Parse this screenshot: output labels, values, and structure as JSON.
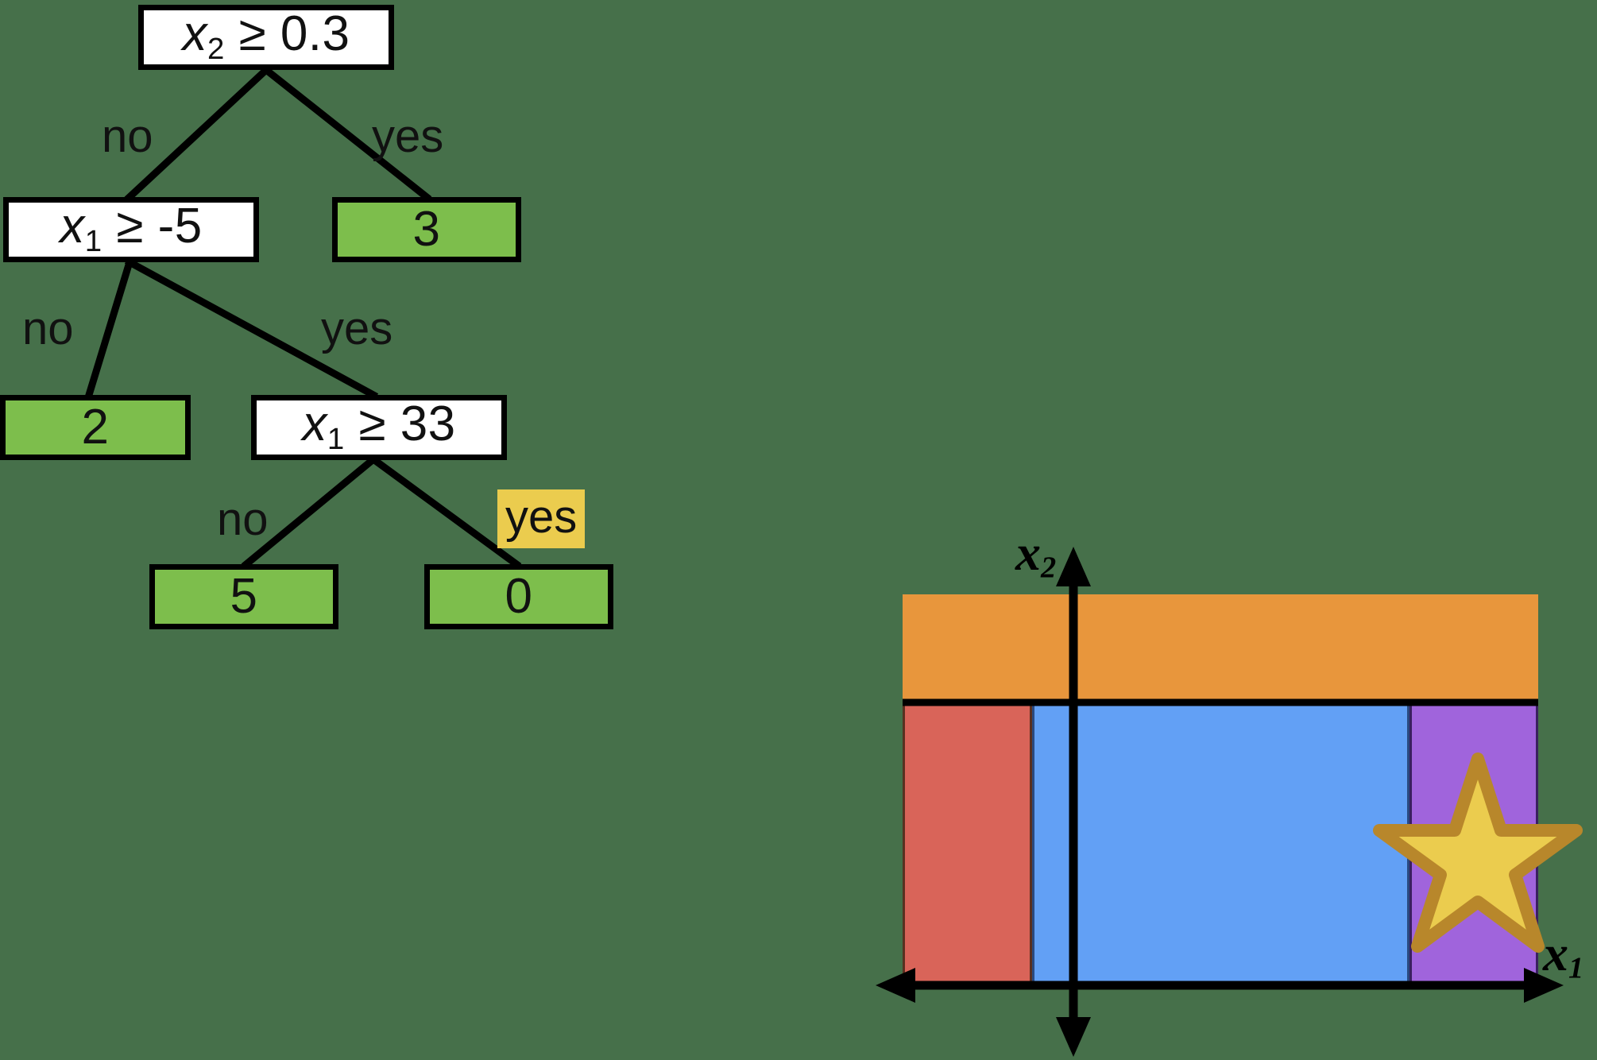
{
  "background_color": "#46704A",
  "tree": {
    "nodes": [
      {
        "id": "root",
        "kind": "decision",
        "text": "x2 ≥ 0.3",
        "var": "x",
        "sub": "2",
        "op": "≥",
        "value": "0.3"
      },
      {
        "id": "n1",
        "kind": "decision",
        "text": "x1 ≥ -5",
        "var": "x",
        "sub": "1",
        "op": "≥",
        "value": "-5"
      },
      {
        "id": "leaf3",
        "kind": "leaf",
        "text": "3"
      },
      {
        "id": "leaf2",
        "kind": "leaf",
        "text": "2"
      },
      {
        "id": "n2",
        "kind": "decision",
        "text": "x1 ≥ 33",
        "var": "x",
        "sub": "1",
        "op": "≥",
        "value": "33"
      },
      {
        "id": "leaf5",
        "kind": "leaf",
        "text": "5"
      },
      {
        "id": "leaf0",
        "kind": "leaf",
        "text": "0"
      }
    ],
    "edge_labels": [
      {
        "id": "e-root-no",
        "text": "no",
        "highlight": false
      },
      {
        "id": "e-root-yes",
        "text": "yes",
        "highlight": false
      },
      {
        "id": "e-n1-no",
        "text": "no",
        "highlight": false
      },
      {
        "id": "e-n1-yes",
        "text": "yes",
        "highlight": false
      },
      {
        "id": "e-n2-no",
        "text": "no",
        "highlight": false
      },
      {
        "id": "e-n2-yes",
        "text": "yes",
        "highlight": true
      }
    ],
    "colors": {
      "decision_fill": "#FFFFFF",
      "leaf_fill": "#7DBE4C",
      "border": "#000000",
      "highlight_fill": "#EBCC4E"
    }
  },
  "feature_space": {
    "axis_labels": {
      "x_axis": "x1",
      "y_axis": "x2",
      "x_var": "x",
      "x_sub": "1",
      "y_var": "x",
      "y_sub": "2"
    },
    "regions": [
      {
        "id": "region-orange",
        "color": "#E8963C",
        "leaf": "3"
      },
      {
        "id": "region-red",
        "color": "#D96459",
        "leaf": "2"
      },
      {
        "id": "region-blue",
        "color": "#62A0F5",
        "leaf": "5"
      },
      {
        "id": "region-purple",
        "color": "#A064DC",
        "leaf": "0"
      }
    ],
    "marker": {
      "id": "star-marker",
      "shape": "star",
      "fill": "#EBCC4E",
      "stroke": "#B8872B"
    },
    "axis_color": "#000000"
  }
}
